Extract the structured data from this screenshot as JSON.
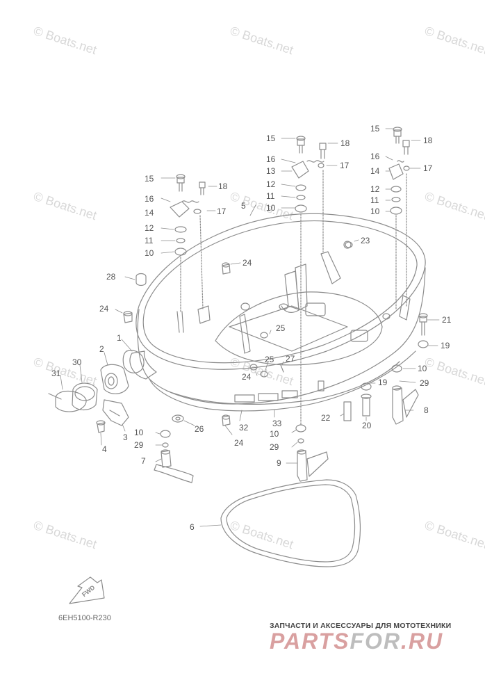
{
  "watermark_text": "© Boats.net",
  "drawing_code": "6EH5100-R230",
  "fwd_label": "FWD",
  "brand": {
    "tagline": "ЗАПЧАСТИ И АКСЕССУАРЫ ДЛЯ МОТОТЕХНИКИ",
    "logo_part1": "PARTS",
    "logo_part2": "FOR",
    "logo_part3": ".RU"
  },
  "callouts": [
    {
      "id": "c15a",
      "text": "15"
    },
    {
      "id": "c18a",
      "text": "18"
    },
    {
      "id": "c16a",
      "text": "16"
    },
    {
      "id": "c17a",
      "text": "17"
    },
    {
      "id": "c14a",
      "text": "14"
    },
    {
      "id": "c12a",
      "text": "12"
    },
    {
      "id": "c11a",
      "text": "11"
    },
    {
      "id": "c10a",
      "text": "10"
    },
    {
      "id": "c15b",
      "text": "15"
    },
    {
      "id": "c18b",
      "text": "18"
    },
    {
      "id": "c16b",
      "text": "16"
    },
    {
      "id": "c17b",
      "text": "17"
    },
    {
      "id": "c13b",
      "text": "13"
    },
    {
      "id": "c12b",
      "text": "12"
    },
    {
      "id": "c11b",
      "text": "11"
    },
    {
      "id": "c10b",
      "text": "10"
    },
    {
      "id": "c15c",
      "text": "15"
    },
    {
      "id": "c18c",
      "text": "18"
    },
    {
      "id": "c16c",
      "text": "16"
    },
    {
      "id": "c17c",
      "text": "17"
    },
    {
      "id": "c14c",
      "text": "14"
    },
    {
      "id": "c12c",
      "text": "12"
    },
    {
      "id": "c11c",
      "text": "11"
    },
    {
      "id": "c10c",
      "text": "10"
    },
    {
      "id": "c5",
      "text": "5"
    },
    {
      "id": "c23",
      "text": "23"
    },
    {
      "id": "c24a",
      "text": "24"
    },
    {
      "id": "c28",
      "text": "28"
    },
    {
      "id": "c24b",
      "text": "24"
    },
    {
      "id": "c25a",
      "text": "25"
    },
    {
      "id": "c21",
      "text": "21"
    },
    {
      "id": "c19a",
      "text": "19"
    },
    {
      "id": "c1",
      "text": "1"
    },
    {
      "id": "c2",
      "text": "2"
    },
    {
      "id": "c30",
      "text": "30"
    },
    {
      "id": "c31",
      "text": "31"
    },
    {
      "id": "c25b",
      "text": "25"
    },
    {
      "id": "c27",
      "text": "27"
    },
    {
      "id": "c24c",
      "text": "24"
    },
    {
      "id": "c10d",
      "text": "10"
    },
    {
      "id": "c19b",
      "text": "19"
    },
    {
      "id": "c29a",
      "text": "29"
    },
    {
      "id": "c3",
      "text": "3"
    },
    {
      "id": "c4",
      "text": "4"
    },
    {
      "id": "c26",
      "text": "26"
    },
    {
      "id": "c32",
      "text": "32"
    },
    {
      "id": "c33",
      "text": "33"
    },
    {
      "id": "c22",
      "text": "22"
    },
    {
      "id": "c20",
      "text": "20"
    },
    {
      "id": "c8",
      "text": "8"
    },
    {
      "id": "c10e",
      "text": "10"
    },
    {
      "id": "c29b",
      "text": "29"
    },
    {
      "id": "c24d",
      "text": "24"
    },
    {
      "id": "c10f",
      "text": "10"
    },
    {
      "id": "c29c",
      "text": "29"
    },
    {
      "id": "c7",
      "text": "7"
    },
    {
      "id": "c9",
      "text": "9"
    },
    {
      "id": "c6",
      "text": "6"
    }
  ]
}
